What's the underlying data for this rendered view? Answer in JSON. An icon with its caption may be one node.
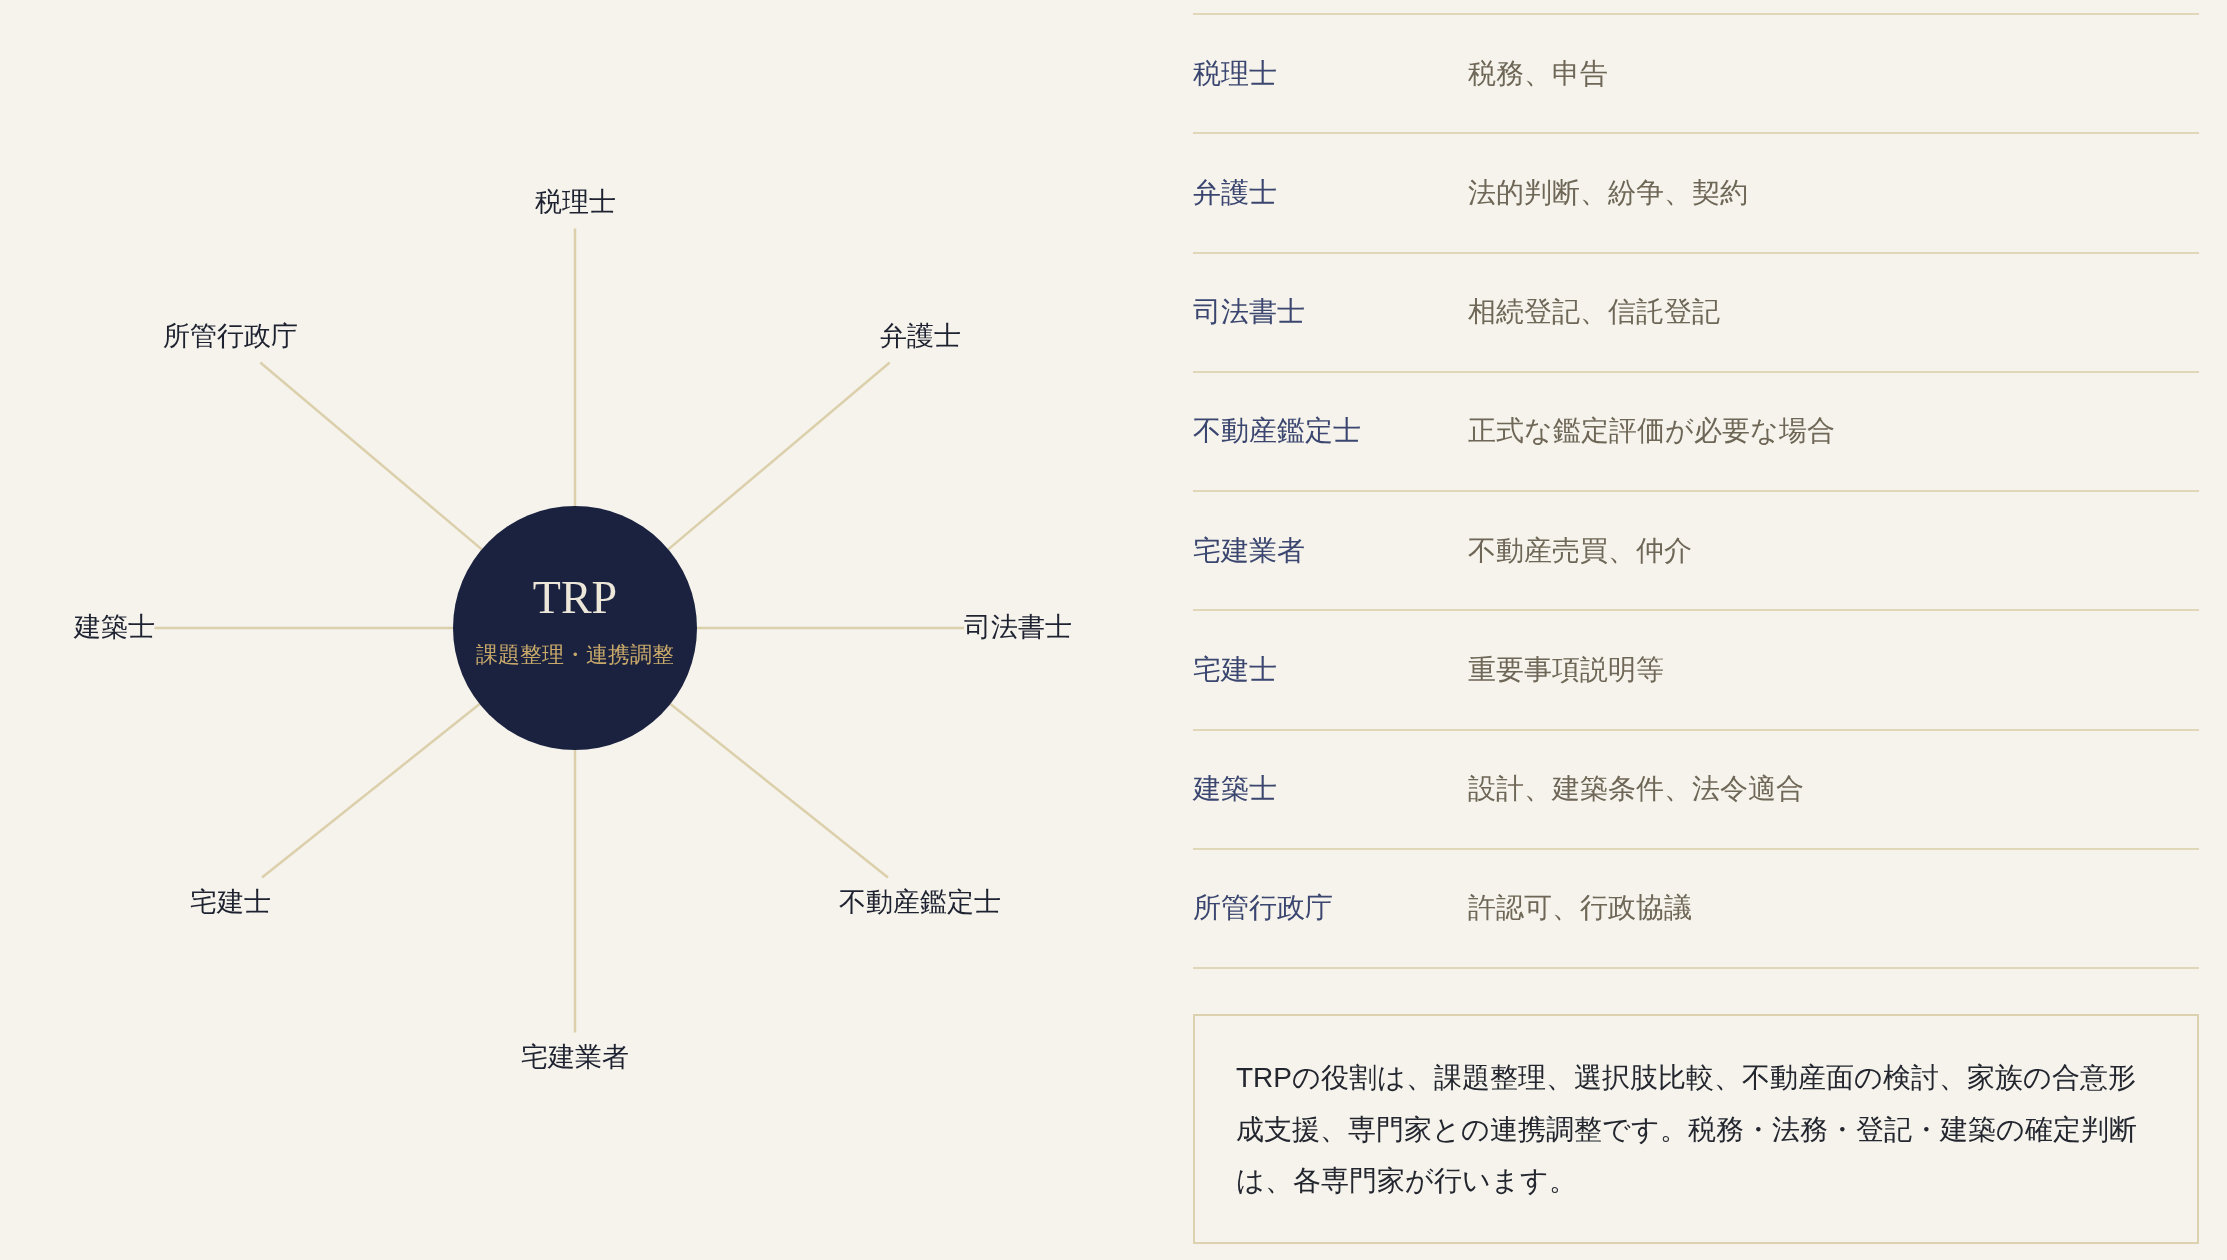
{
  "diagram": {
    "nodes": [
      {
        "text": [
          "TRP",
          "課題整理・連携調整"
        ]
      },
      {
        "text": [
          "税理士"
        ]
      },
      {
        "text": [
          "弁護士"
        ]
      },
      {
        "text": [
          "司法書士"
        ]
      },
      {
        "text": [
          "不動産鑑定士"
        ]
      },
      {
        "text": [
          "宅建業者"
        ]
      },
      {
        "text": [
          "宅建士"
        ]
      },
      {
        "text": [
          "建築士"
        ]
      },
      {
        "text": [
          "所管行政庁"
        ]
      },
      {
        "text": [
          "TRPの役割は、課題整理、選択肢比較、不動産面の検討、家族の合意形成支援、専門家との連携調整です。税務・法務・登記・建築の確定判断は、各専門家が行います。"
        ]
      }
    ],
    "edges": [
      {
        "from": 0,
        "to": 1,
        "arrow": "none"
      },
      {
        "from": 0,
        "to": 2,
        "arrow": "none"
      },
      {
        "from": 0,
        "to": 3,
        "arrow": "none"
      },
      {
        "from": 0,
        "to": 4,
        "arrow": "none"
      },
      {
        "from": 0,
        "to": 5,
        "arrow": "none"
      },
      {
        "from": 0,
        "to": 6,
        "arrow": "none"
      },
      {
        "from": 0,
        "to": 7,
        "arrow": "none"
      },
      {
        "from": 0,
        "to": 8,
        "arrow": "none"
      }
    ],
    "labels": [
      "税理士",
      "税務、申告",
      "弁護士",
      "法的判断、紛争、契約",
      "司法書士",
      "相続登記、信託登記",
      "不動産鑑定士",
      "正式な鑑定評価が必要な場合",
      "宅建業者",
      "不動産売買、仲介",
      "宅建士",
      "重要事項説明等",
      "建築士",
      "設計、建築条件、法令適合",
      "所管行政庁",
      "許認可、行政協議"
    ]
  }
}
